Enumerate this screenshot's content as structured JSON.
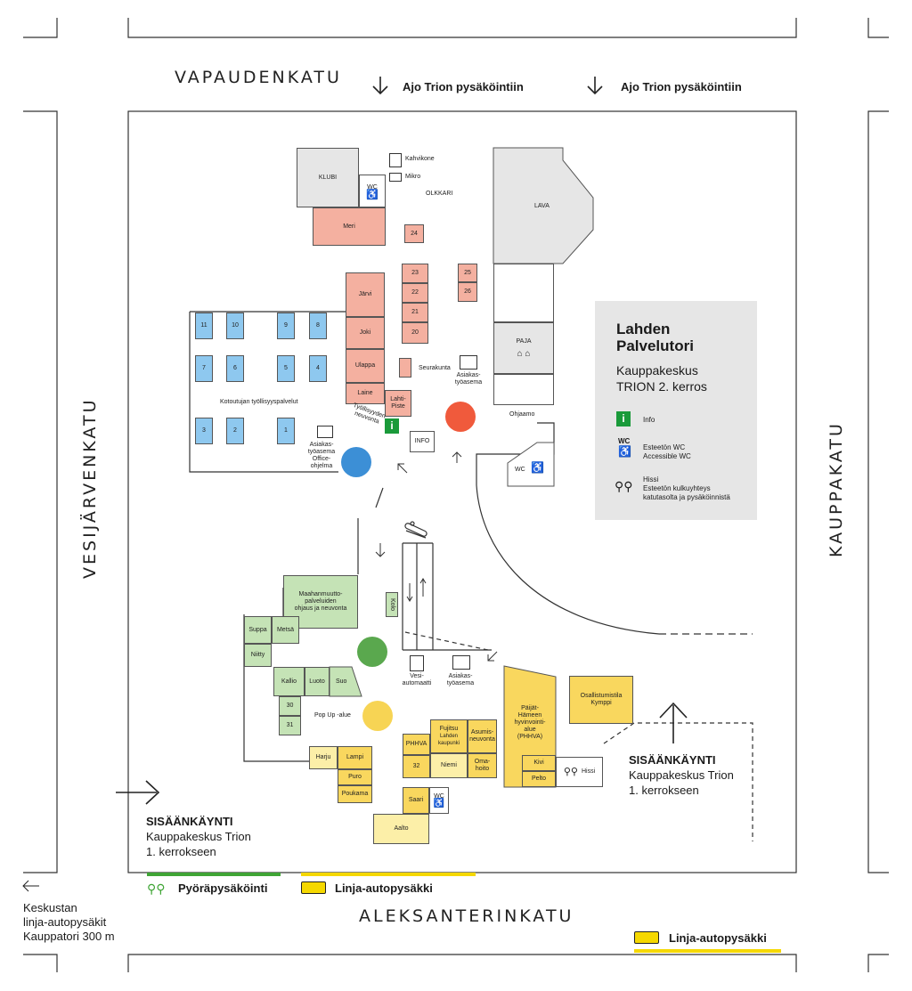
{
  "streets": {
    "north": "VAPAUDENKATU",
    "west": "VESIJÄRVENKATU",
    "east": "KAUPPAKATU",
    "south": "ALEKSANTERINKATU"
  },
  "parking_directions": [
    "Ajo Trion pysäköintiin",
    "Ajo Trion pysäköintiin"
  ],
  "legend": {
    "title": "Lahden Palvelutori",
    "subtitle_line1": "Kauppakeskus",
    "subtitle_line2": "TRION 2. kerros",
    "info_symbol": "i",
    "info_label": "Info",
    "wc_symbol": "WC",
    "wc_label_line1": "Esteetön WC",
    "wc_label_line2": "Accessible WC",
    "lift_label_line1": "Hissi",
    "lift_label_line2": "Esteetön kulkuyhteys",
    "lift_label_line3": "katutasolta ja pysäköinnistä"
  },
  "entrance_left": {
    "title": "SISÄÄNKÄYNTI",
    "line1": "Kauppakeskus Trion",
    "line2": "1. kerrokseen"
  },
  "entrance_right": {
    "title": "SISÄÄNKÄYNTI",
    "line1": "Kauppakeskus Trion",
    "line2": "1. kerrokseen"
  },
  "bottom": {
    "bike_parking": "Pyöräpysäköinti",
    "bus_stop_1": "Linja-autopysäkki",
    "bus_stop_2": "Linja-autopysäkki",
    "downtown_line1": "Keskustan",
    "downtown_line2": "linja-autopysäkit",
    "downtown_line3": "Kauppatori 300 m"
  },
  "colors": {
    "red_zone": "#f4b0a0",
    "red_dot": "#f05a3c",
    "blue_zone": "#8ec8ef",
    "blue_dot": "#3c8fd6",
    "green_zone": "#c5e3b6",
    "green_dot": "#5aa84e",
    "yellow_zone": "#f9d75e",
    "yellow_dot": "#f7d454",
    "info_green": "#1a9a3a",
    "grey": "#e6e6e6",
    "bike_bar": "#3fa535",
    "bus_bar": "#f5d800"
  },
  "rooms": {
    "klubi": "KLUBI",
    "wc_top": "WC",
    "kahvikone": "Kahvikone",
    "mikro": "Mikro",
    "olkkari": "OLKKARI",
    "lava": "LAVA",
    "meri": "Meri",
    "r24": "24",
    "r23": "23",
    "r22": "22",
    "r21": "21",
    "r20": "20",
    "r25": "25",
    "r26": "26",
    "jarvi": "Järvi",
    "joki": "Joki",
    "ulappa": "Ulappa",
    "laine": "Laine",
    "lahtipiste_line1": "Lahti-",
    "lahtipiste_line2": "Piste",
    "seurakunta": "Seurakunta",
    "asiakas_top_line1": "Asiakas-",
    "asiakas_top_line2": "työasema",
    "paja": "PAJA",
    "ohjaamo": "Ohjaamo",
    "wc_right": "WC",
    "info": "INFO",
    "info_i": "i",
    "tyollisyys_line1": "Työllisyyden",
    "tyollisyys_line2": "neuvonta",
    "b11": "11",
    "b10": "10",
    "b9": "9",
    "b8": "8",
    "b7": "7",
    "b6": "6",
    "b5": "5",
    "b4": "4",
    "b3": "3",
    "b2": "2",
    "b1": "1",
    "kotoutujan": "Kotoutujan työllisyyspalvelut",
    "asiakas_left_line1": "Asiakas-",
    "asiakas_left_line2": "työasema",
    "asiakas_left_line3": "Office-",
    "asiakas_left_line4": "ohjelma",
    "maahanmuutto_line1": "Maahanmuutto-",
    "maahanmuutto_line2": "palveluiden",
    "maahanmuutto_line3": "ohjaus ja neuvonta",
    "suppa": "Suppa",
    "metsa": "Metsä",
    "niitty": "Niitty",
    "kolo": "Kolo",
    "vesi_line1": "Vesi-",
    "vesi_line2": "automaatti",
    "asiakas_mid_line1": "Asiakas-",
    "asiakas_mid_line2": "työasema",
    "kallio": "Kallio",
    "luoto": "Luoto",
    "suo": "Suo",
    "r30": "30",
    "r31": "31",
    "popup": "Pop Up -alue",
    "harju": "Harju",
    "lampi": "Lampi",
    "puro": "Puro",
    "poukama": "Poukama",
    "saari": "Saari",
    "wc_bottom": "WC",
    "aalto": "Aalto",
    "phhva": "PHHVA",
    "r32": "32",
    "fujitsu_line1": "Fujitsu",
    "fujitsu_line2": "Lahden",
    "fujitsu_line3": "kaupunki",
    "asumis_line1": "Asumis-",
    "asumis_line2": "neuvonta",
    "niemi": "Niemi",
    "oma_line1": "Oma-",
    "oma_line2": "hoito",
    "paijat_line1": "Päijät-",
    "paijat_line2": "Hämeen",
    "paijat_line3": "hyvinvointi-",
    "paijat_line4": "alue",
    "paijat_line5": "(PHHVA)",
    "osallis_line1": "Osallistumistila",
    "osallis_line2": "Kymppi",
    "kivi": "Kivi",
    "pelto": "Pelto",
    "hissi": "Hissi"
  }
}
